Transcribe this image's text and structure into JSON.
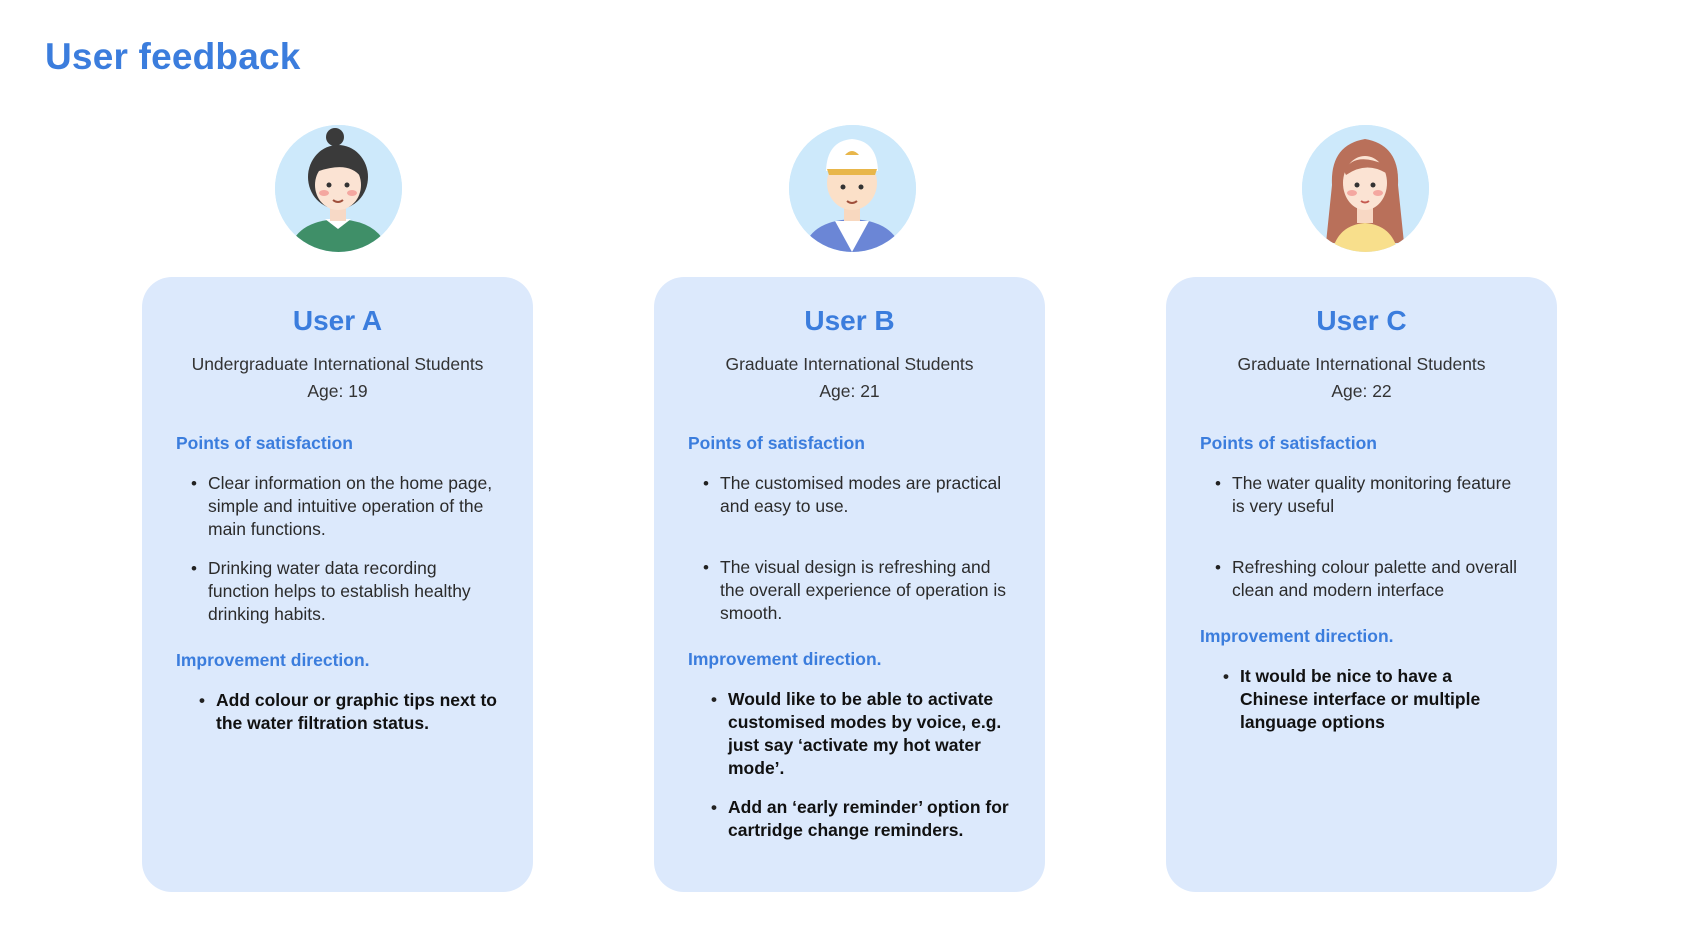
{
  "page": {
    "title": "User feedback"
  },
  "users": [
    {
      "name": "User A",
      "group": "Undergraduate International Students",
      "age": "Age: 19",
      "satisfaction_heading": "Points of satisfaction",
      "satisfaction": [
        "Clear information on the home page, simple and intuitive operation of the main functions.",
        "Drinking water data recording function helps to establish healthy drinking habits."
      ],
      "improvement_heading": "Improvement direction.",
      "improvement": [
        "Add colour or graphic tips next to the water filtration status."
      ]
    },
    {
      "name": "User B",
      "group": "Graduate International Students",
      "age": "Age: 21",
      "satisfaction_heading": "Points of satisfaction",
      "satisfaction": [
        "The customised modes are practical and easy to use.",
        "The visual design is refreshing and the overall experience of operation is smooth."
      ],
      "improvement_heading": "Improvement direction.",
      "improvement": [
        "Would like to be able to activate customised modes by voice, e.g. just say ‘activate my hot water mode’.",
        "Add an ‘early reminder’ option for cartridge change reminders."
      ]
    },
    {
      "name": "User C",
      "group": "Graduate International Students",
      "age": "Age: 22",
      "satisfaction_heading": "Points of satisfaction",
      "satisfaction": [
        "The water quality monitoring feature is very useful",
        "Refreshing colour palette and overall clean and modern interface"
      ],
      "improvement_heading": "Improvement direction.",
      "improvement": [
        "It would be nice to have a Chinese interface or multiple language options"
      ]
    }
  ],
  "colors": {
    "accent": "#3b7ddd",
    "card_bg": "#dce9fc",
    "avatar_bg": "#cde9fb"
  }
}
